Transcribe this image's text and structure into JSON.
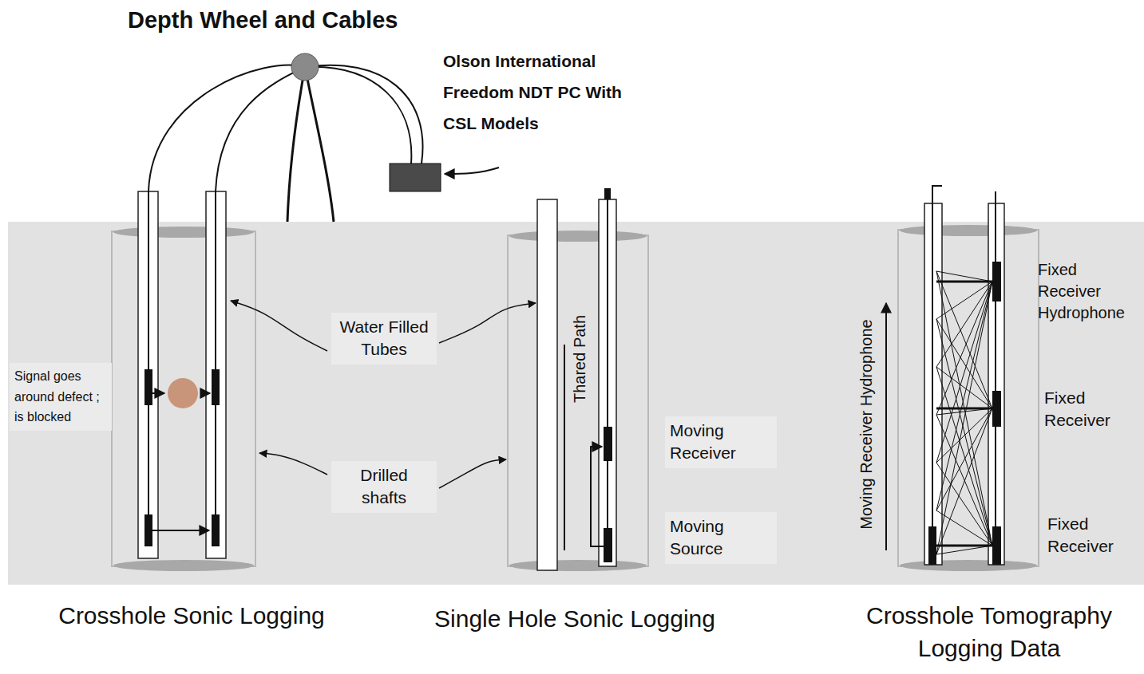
{
  "diagram": {
    "labels": [
      "Depth Wheel and Cables",
      "Olson International Freedom NDT PC With CSL Models",
      "Signal goes around defect ; is blocked",
      "Water Filled Tubes",
      "Drilled shafts",
      "Thared Path",
      "Moving Receiver",
      "Moving Source",
      "Moving Receiver Hydrophone",
      "Fixed Receiver Hydrophone",
      "Fixed Receiver",
      "Fixed Receiver",
      "Crosshole Sonic Logging",
      "Single Hole Sonic Logging",
      "Crosshole Tomography Logging Data"
    ]
  }
}
